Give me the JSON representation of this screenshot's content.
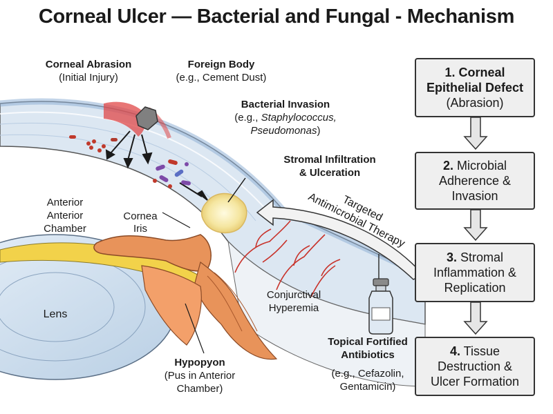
{
  "title": "Corneal Ulcer — Bacterial and Fungal - Mechanism",
  "labels": {
    "abrasion": {
      "title": "Corneal Abrasion",
      "sub": "(Initial Injury)"
    },
    "foreign_body": {
      "title": "Foreign Body",
      "sub": "(e.g., Cement Dust)"
    },
    "bacterial": {
      "title": "Bacterial Invasion",
      "prefix": "(e.g., ",
      "org1": "Staphylococcus,",
      "org2": "Pseudomonas",
      "suffix": ")"
    },
    "stromal": {
      "line1": "Stromal Infiltration",
      "line2": "& Ulceration"
    },
    "anterior": {
      "line1": "Anterior",
      "line2": "Anterior",
      "line3": "Chamber"
    },
    "cornea": "Cornea",
    "iris": "Iris",
    "lens": "Lens",
    "conjunctival": {
      "line1": "Conjurctival",
      "line2": "Hyperemia"
    },
    "hypopyon": {
      "title": "Hypopyon",
      "line1": "(Pus in Anterior",
      "line2": "Chamber)"
    },
    "antibiotics": {
      "line1": "Topical Fortified",
      "line2": "Antibiotics",
      "line3": "(e.g., Cefazolin,",
      "line4": "Gentamicin)"
    },
    "therapy": {
      "line1": "Targeted",
      "line2": "Antimicrobial Therapy"
    }
  },
  "steps": [
    {
      "num": "1. Corneal",
      "rest": "Epithelial Defect",
      "line3": "(Abrasion)"
    },
    {
      "num": "2.",
      "rest": "Microbial",
      "line2": "Adherence &",
      "line3": "Invasion"
    },
    {
      "num": "3.",
      "rest": "Stromal",
      "line2": "Inflammation &",
      "line3": "Replication"
    },
    {
      "num": "4.",
      "rest": "Tissue",
      "line2": "Destruction &",
      "line3": "Ulcer Formation"
    }
  ],
  "colors": {
    "cornea": "#dce7f2",
    "cornea_edge": "#9db8d8",
    "injury": "#e04848",
    "iris": "#e8935a",
    "lens": "#cfe0ef",
    "lens_yellow": "#f2d24a",
    "vessel": "#c8322a",
    "infiltrate": "#f7efb0",
    "box_fill": "#efefef"
  }
}
